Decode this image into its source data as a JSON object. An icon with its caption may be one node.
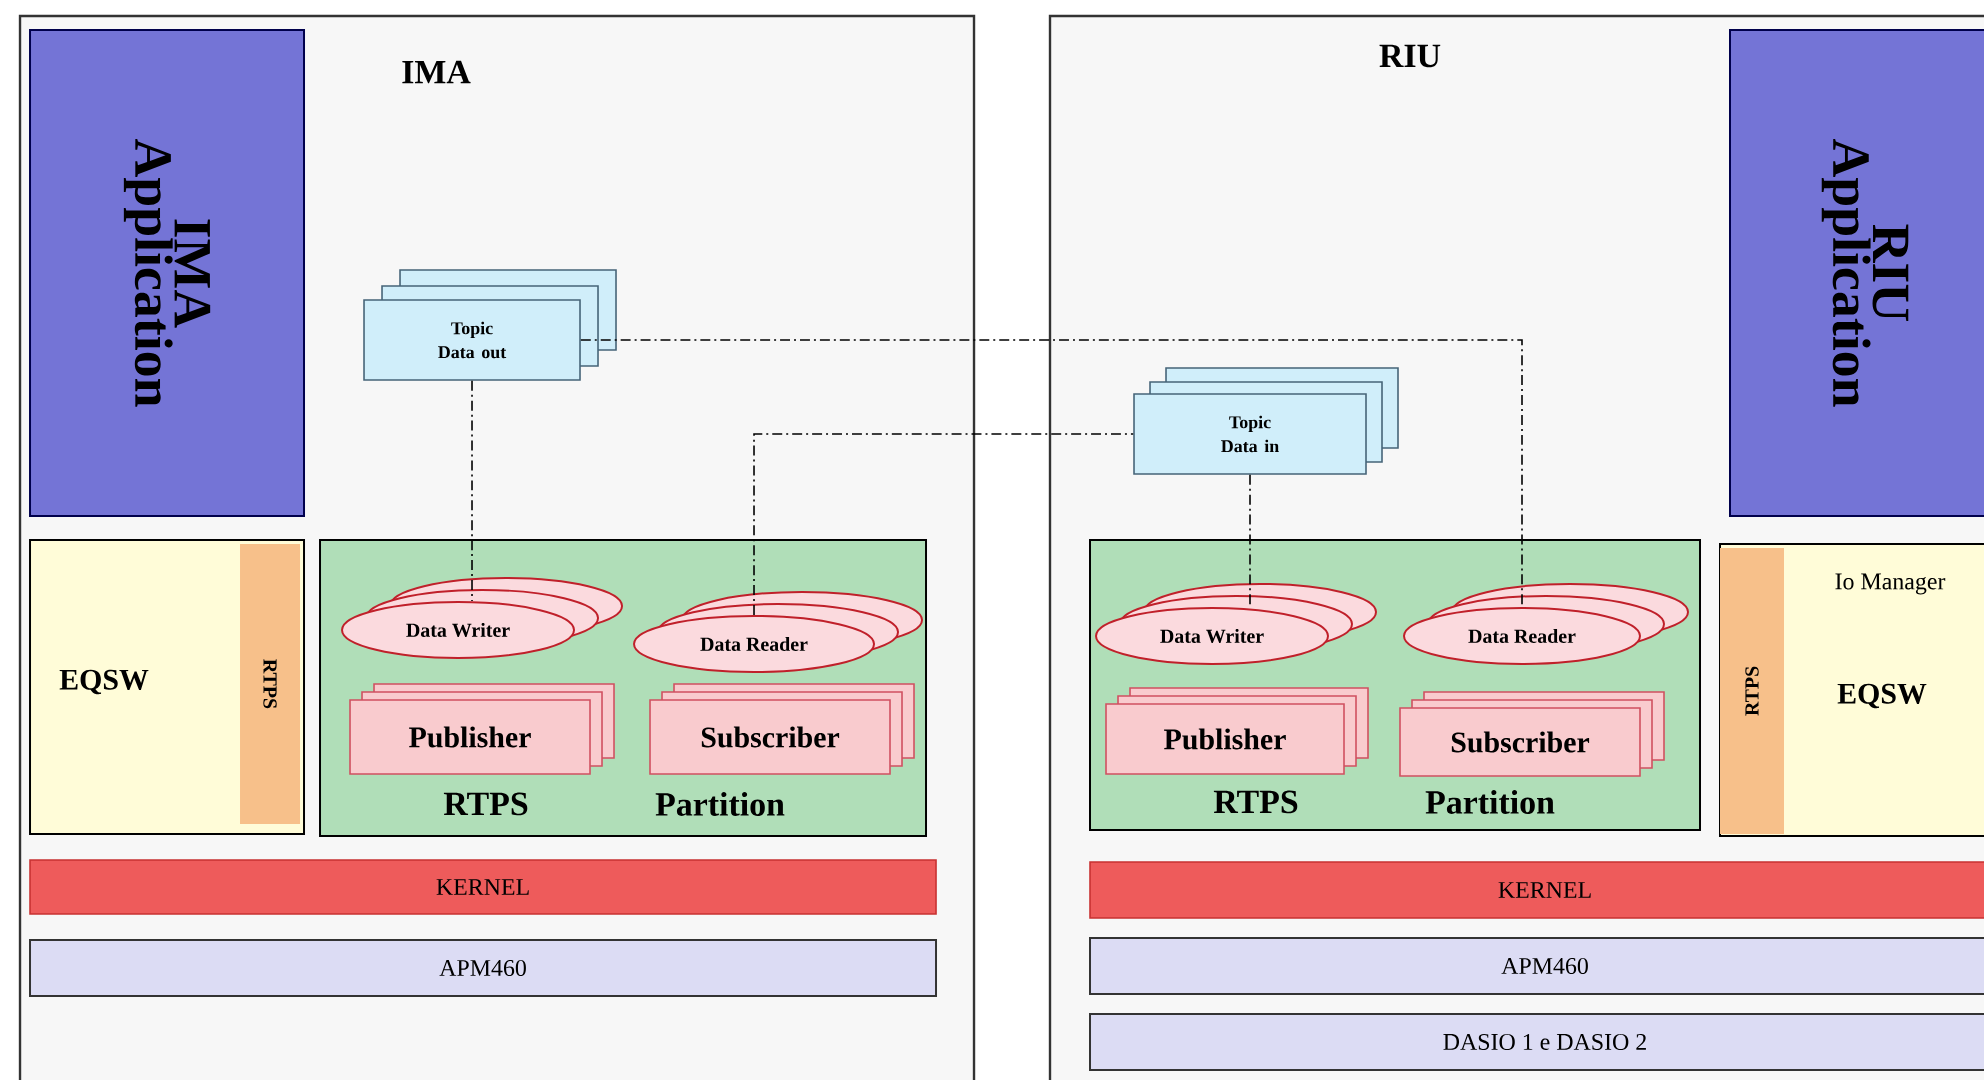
{
  "diagram": {
    "nodes": [
      {
        "text": [
          "IMA"
        ]
      },
      {
        "text": [
          "IMA Application"
        ],
        "in": 0
      },
      {
        "text": [
          "Topic Data out"
        ],
        "in": 0
      },
      {
        "text": [
          "EQSW"
        ],
        "in": 0
      },
      {
        "text": [
          "RTPS"
        ],
        "in": 3
      },
      {
        "text": [
          "RTPS",
          "Partition"
        ],
        "in": 0
      },
      {
        "text": [
          "Data Writer"
        ],
        "in": 5
      },
      {
        "text": [
          "Data Reader"
        ],
        "in": 5
      },
      {
        "text": [
          "Publisher"
        ],
        "in": 5
      },
      {
        "text": [
          "Subscriber"
        ],
        "in": 5
      },
      {
        "text": [
          "KERNEL"
        ],
        "in": 0
      },
      {
        "text": [
          "APM460"
        ],
        "in": 0
      },
      {
        "text": [
          "RIU"
        ]
      },
      {
        "text": [
          "RIU Application"
        ],
        "in": 12
      },
      {
        "text": [
          "Topic Data in"
        ],
        "in": 12
      },
      {
        "text": [
          "RTPS",
          "Partition"
        ],
        "in": 12
      },
      {
        "text": [
          "Data Writer"
        ],
        "in": 15
      },
      {
        "text": [
          "Data Reader"
        ],
        "in": 15
      },
      {
        "text": [
          "Publisher"
        ],
        "in": 15
      },
      {
        "text": [
          "Subscriber"
        ],
        "in": 15
      },
      {
        "text": [
          "Io Manager",
          "EQSW"
        ],
        "in": 12
      },
      {
        "text": [
          "RTPS"
        ],
        "in": 20
      },
      {
        "text": [
          "KERNEL"
        ],
        "in": 12
      },
      {
        "text": [
          "APM460"
        ],
        "in": 12
      },
      {
        "text": [
          "DASIO 1 e DASIO 2"
        ],
        "in": 12
      }
    ],
    "edges": [
      {
        "from": 2,
        "to": 6,
        "arrow": "none",
        "style": "dashed"
      },
      {
        "from": 2,
        "to": 17,
        "arrow": "none",
        "style": "dashed"
      },
      {
        "from": 7,
        "to": 14,
        "arrow": "none",
        "style": "dashed"
      },
      {
        "from": 14,
        "to": 16,
        "arrow": "none",
        "style": "dashed"
      }
    ]
  }
}
